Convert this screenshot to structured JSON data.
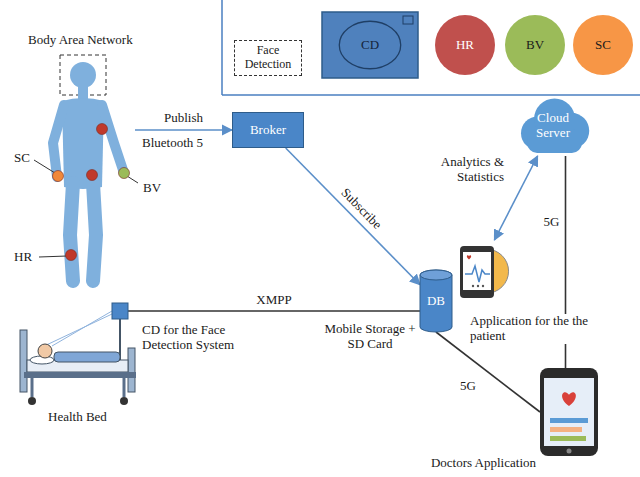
{
  "diagram": {
    "nodes": [
      {
        "text": [
          "Body Area Network"
        ]
      },
      {
        "text": [
          "Face Detection"
        ]
      },
      {
        "text": [
          "CD"
        ]
      },
      {
        "text": [
          "HR"
        ]
      },
      {
        "text": [
          "BV"
        ]
      },
      {
        "text": [
          "SC"
        ]
      },
      {
        "text": [
          "Broker"
        ]
      },
      {
        "text": [
          "Cloud Server"
        ]
      },
      {
        "text": [
          "DB",
          "Mobile Storage + SD Card"
        ]
      },
      {
        "text": [
          "Application for the the patient"
        ]
      },
      {
        "text": [
          "Health Bed"
        ]
      },
      {
        "text": [
          "CD for the Face Detection System"
        ]
      },
      {
        "text": [
          "Doctors Application"
        ]
      }
    ],
    "edges": [
      {
        "from": 0,
        "to": 6,
        "arrow": "to",
        "label": "Publish"
      },
      {
        "from": 6,
        "to": 8,
        "arrow": "to",
        "label": "Subscribe"
      },
      {
        "from": 9,
        "to": 7,
        "arrow": "both",
        "label": "Analytics & Statistics"
      },
      {
        "from": 7,
        "to": 12,
        "arrow": "none",
        "label": "5G"
      },
      {
        "from": 11,
        "to": 8,
        "arrow": "none",
        "label": "XMPP"
      },
      {
        "from": 8,
        "to": 12,
        "arrow": "none",
        "label": "5G"
      }
    ],
    "labels": [
      "Bluetooth 5",
      "SC",
      "BV",
      "HR"
    ]
  }
}
